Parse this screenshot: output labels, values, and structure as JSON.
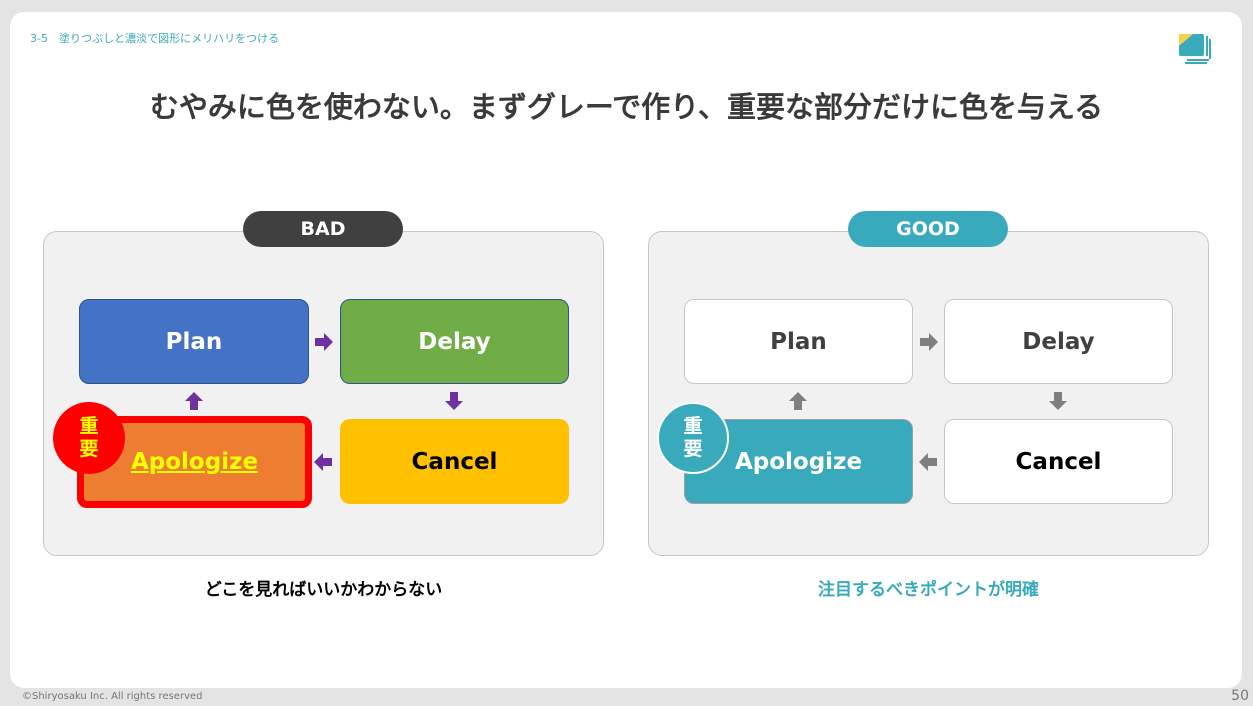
{
  "header": {
    "section": "3-5　塗りつぶしと濃淡で図形にメリハリをつける",
    "title": "むやみに色を使わない。まずグレーで作り、重要な部分だけに色を与える",
    "logo": "layers-logo-icon"
  },
  "bad": {
    "badge": "BAD",
    "plan": "Plan",
    "delay": "Delay",
    "cancel": "Cancel",
    "apologize": "Apologize",
    "important": [
      "重",
      "要"
    ],
    "caption": "どこを見ればいいかわからない"
  },
  "good": {
    "badge": "GOOD",
    "plan": "Plan",
    "delay": "Delay",
    "cancel": "Cancel",
    "apologize": "Apologize",
    "important": [
      "重",
      "要"
    ],
    "caption": "注目するべきポイントが明確"
  },
  "colors": {
    "teal": "#38aabb",
    "purple": "#7030a0",
    "gray_arrow": "#7f7f7f"
  },
  "footer": {
    "copyright": "©Shiryosaku Inc. All rights reserved",
    "page": "50"
  }
}
